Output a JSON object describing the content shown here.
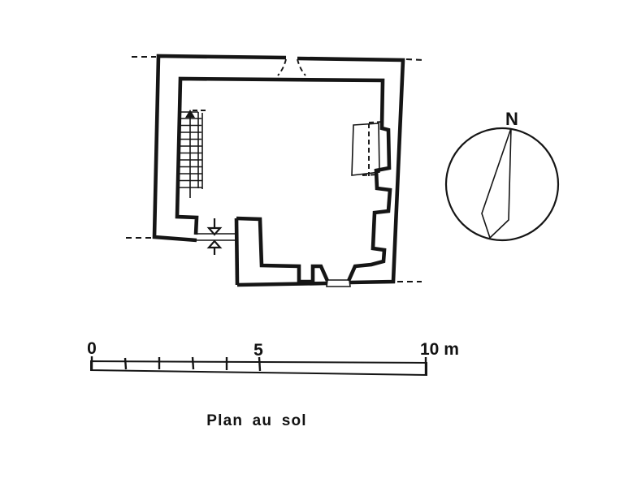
{
  "title": {
    "text": "Plan au sol"
  },
  "compass": {
    "label": "N"
  },
  "scale_bar": {
    "labels": {
      "start": "0",
      "middle": "5",
      "end": "10 m"
    },
    "unit": "m",
    "tick_values_m": [
      0,
      1,
      2,
      3,
      4,
      5,
      10
    ]
  },
  "plan": {
    "features": [
      "staircase-up",
      "west-doorway-with-threshold-arrows",
      "south-splayed-entrance-with-threshold",
      "north-dashed-arch-opening",
      "east-window-embrasure-dashed",
      "east-wall-niche-upper",
      "east-wall-niche-lower",
      "dashed-reference-lines-at-corners"
    ]
  },
  "colors": {
    "ink": "#151515",
    "paper": "#ffffff"
  }
}
